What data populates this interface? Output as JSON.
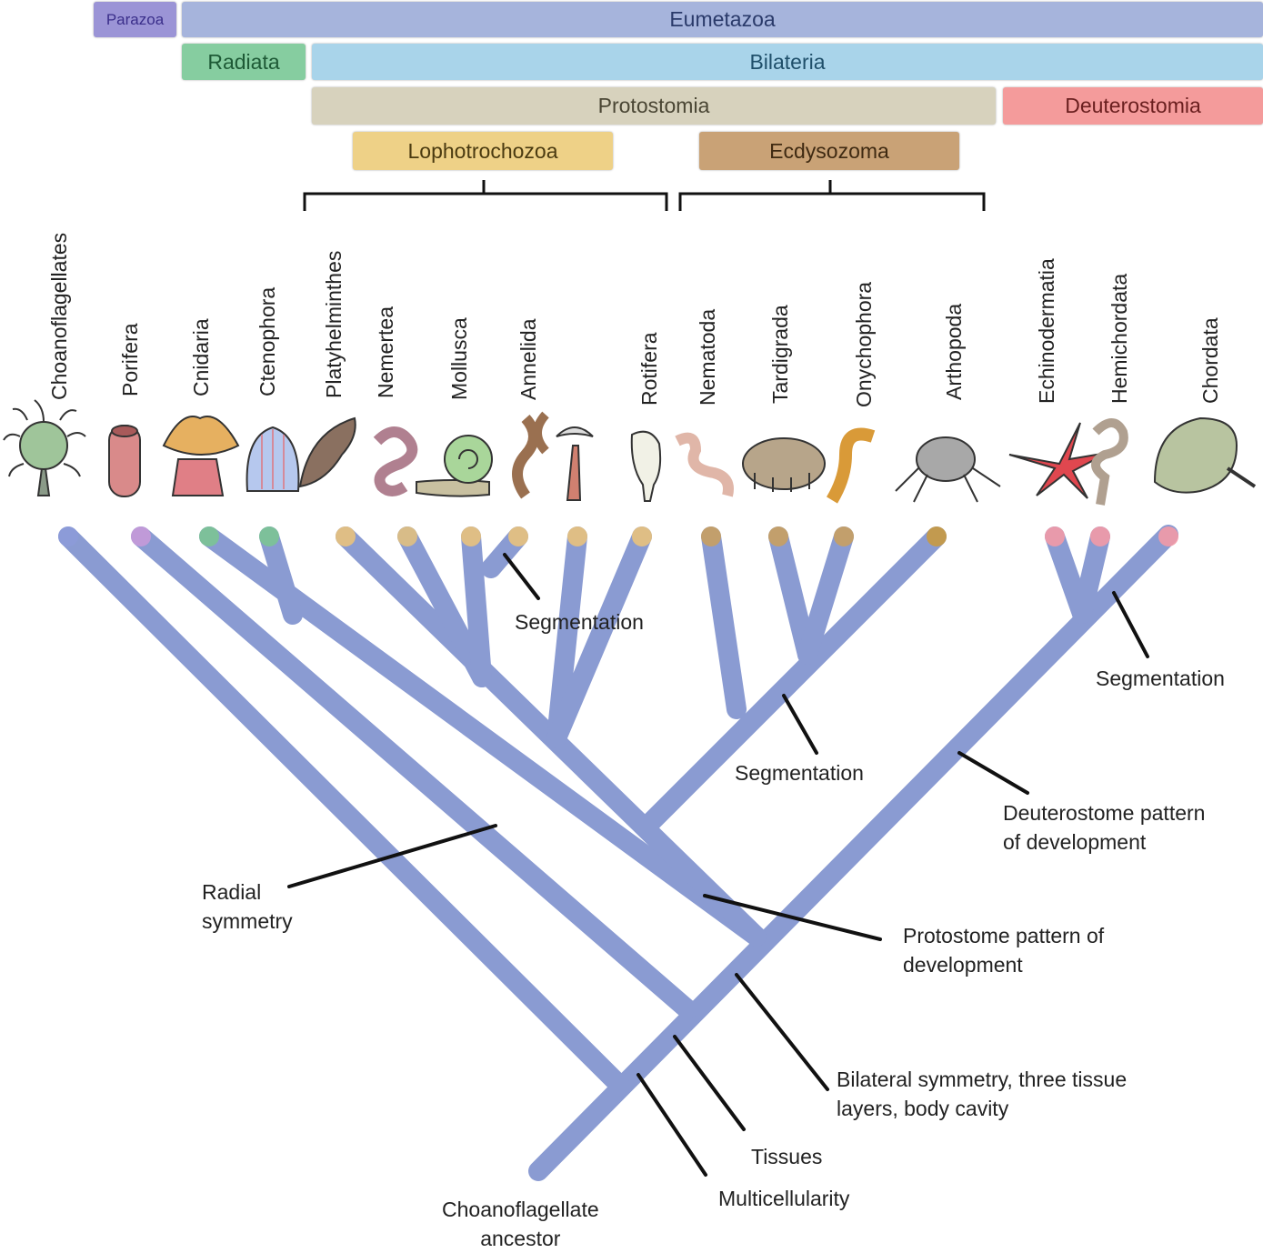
{
  "groups": {
    "parazoa": {
      "label": "Parazoa",
      "color": "#9b94d6",
      "text_color": "#3a2e8a"
    },
    "eumetazoa": {
      "label": "Eumetazoa",
      "color": "#a6b4dc",
      "text_color": "#2a3a6a"
    },
    "radiata": {
      "label": "Radiata",
      "color": "#86cda0",
      "text_color": "#1e5a36"
    },
    "bilateria": {
      "label": "Bilateria",
      "color": "#a9d4ea",
      "text_color": "#1f4f6a"
    },
    "protostomia": {
      "label": "Protostomia",
      "color": "#d7d2bd",
      "text_color": "#4a4634"
    },
    "deuterostomia": {
      "label": "Deuterostomia",
      "color": "#f49b9b",
      "text_color": "#6a1f1f"
    },
    "lophotrochozoa": {
      "label": "Lophotrochozoa",
      "color": "#eed187",
      "text_color": "#4a3a10"
    },
    "ecdysozoma": {
      "label": "Ecdysozoma",
      "color": "#c9a276",
      "text_color": "#3f2a12"
    }
  },
  "taxa": [
    {
      "name": "Choanoflagellates",
      "tip_color": "#8c9bd8"
    },
    {
      "name": "Porifera",
      "tip_color": "#c59ad8"
    },
    {
      "name": "Cnidaria",
      "tip_color": "#7bc494"
    },
    {
      "name": "Ctenophora",
      "tip_color": "#7bc494"
    },
    {
      "name": "Platyhelminthes",
      "tip_color": "#e8c27c"
    },
    {
      "name": "Nemertea",
      "tip_color": "#e0c080"
    },
    {
      "name": "Mollusca",
      "tip_color": "#e8c27c"
    },
    {
      "name": "Annelida",
      "tip_color": "#e8c27c"
    },
    {
      "name": "Rotifera",
      "tip_color": "#e8c27c"
    },
    {
      "name": "Nematoda",
      "tip_color": "#c8a060"
    },
    {
      "name": "Tardigrada",
      "tip_color": "#c8a060"
    },
    {
      "name": "Onychophora",
      "tip_color": "#c8a060"
    },
    {
      "name": "Arthopoda",
      "tip_color": "#c89a40"
    },
    {
      "name": "Echinodermatia",
      "tip_color": "#f29aa6"
    },
    {
      "name": "Hemichordata",
      "tip_color": "#f29aa6"
    },
    {
      "name": "Chordata",
      "tip_color": "#f29aa6"
    }
  ],
  "annotations": {
    "segmentation_annelida": "Segmentation",
    "segmentation_arthropoda": "Segmentation",
    "segmentation_chordata": "Segmentation",
    "radial_symmetry_1": "Radial",
    "radial_symmetry_2": "symmetry",
    "deuterostome_1": "Deuterostome pattern",
    "deuterostome_2": "of development",
    "protostome_1": "Protostome pattern of",
    "protostome_2": "development",
    "bilateral_1": "Bilateral symmetry, three tissue",
    "bilateral_2": "layers, body cavity",
    "tissues": "Tissues",
    "multicellularity": "Multicellularity",
    "ancestor_1": "Choanoflagellate",
    "ancestor_2": "ancestor"
  },
  "branch_color": "#8a9bd2"
}
